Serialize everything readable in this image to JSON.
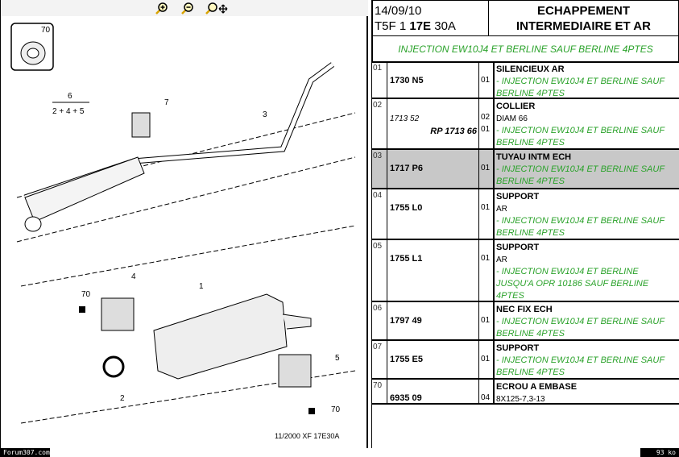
{
  "toolbar": {
    "zoom_in": "zoom-in-icon",
    "zoom_out": "zoom-out-icon",
    "pan": "zoom-pan-icon"
  },
  "diagram": {
    "callouts": [
      "70",
      "6",
      "2 + 4 + 5",
      "7",
      "3",
      "70",
      "4",
      "1",
      "5",
      "2",
      "70"
    ],
    "footer": "11/2000   XF 17E30A"
  },
  "header": {
    "date": "14/09/10",
    "code_prefix": "T5F 1 ",
    "code_bold": "17E",
    "code_suffix": " 30A",
    "title_line1": "ECHAPPEMENT",
    "title_line2": "INTERMEDIAIRE ET AR",
    "subtitle": "INJECTION EW10J4 ET BERLINE SAUF BERLINE 4PTES"
  },
  "rows": [
    {
      "idx": "01",
      "ref": "1730 N5",
      "qty": "01",
      "name": "SILENCIEUX AR",
      "lines": [],
      "note": "- INJECTION EW10J4 ET BERLINE SAUF BERLINE 4PTES"
    },
    {
      "idx": "02",
      "ref_old": "1713 52",
      "ref": "RP 1713 66",
      "qty_old": "02",
      "qty": "01",
      "name": "COLLIER",
      "lines": [
        "DIAM 66"
      ],
      "note": "- INJECTION EW10J4 ET BERLINE SAUF BERLINE 4PTES"
    },
    {
      "idx": "03",
      "ref": "1717 P6",
      "qty": "01",
      "name": "TUYAU INTM ECH",
      "lines": [],
      "note": "- INJECTION EW10J4 ET BERLINE SAUF BERLINE 4PTES"
    },
    {
      "idx": "04",
      "ref": "1755 L0",
      "qty": "01",
      "name": "SUPPORT",
      "lines": [
        "AR"
      ],
      "note": "- INJECTION EW10J4 ET BERLINE SAUF BERLINE 4PTES"
    },
    {
      "idx": "05",
      "ref": "1755 L1",
      "qty": "01",
      "name": "SUPPORT",
      "lines": [
        "AR"
      ],
      "note": "- INJECTION EW10J4 ET BERLINE JUSQU'A OPR 10186 SAUF BERLINE 4PTES"
    },
    {
      "idx": "06",
      "ref": "1797 49",
      "qty": "01",
      "name": "NEC FIX ECH",
      "lines": [],
      "note": "- INJECTION EW10J4 ET BERLINE SAUF BERLINE 4PTES"
    },
    {
      "idx": "07",
      "ref": "1755 E5",
      "qty": "01",
      "name": "SUPPORT",
      "lines": [],
      "note": "- INJECTION EW10J4 ET BERLINE SAUF BERLINE 4PTES"
    },
    {
      "idx": "70",
      "ref": "6935 09",
      "qty": "04",
      "name": "ECROU A EMBASE",
      "lines": [
        "8X125-7,3-13"
      ],
      "note": ""
    }
  ],
  "status": {
    "left": "Forum307.com",
    "right": "93 ko"
  }
}
